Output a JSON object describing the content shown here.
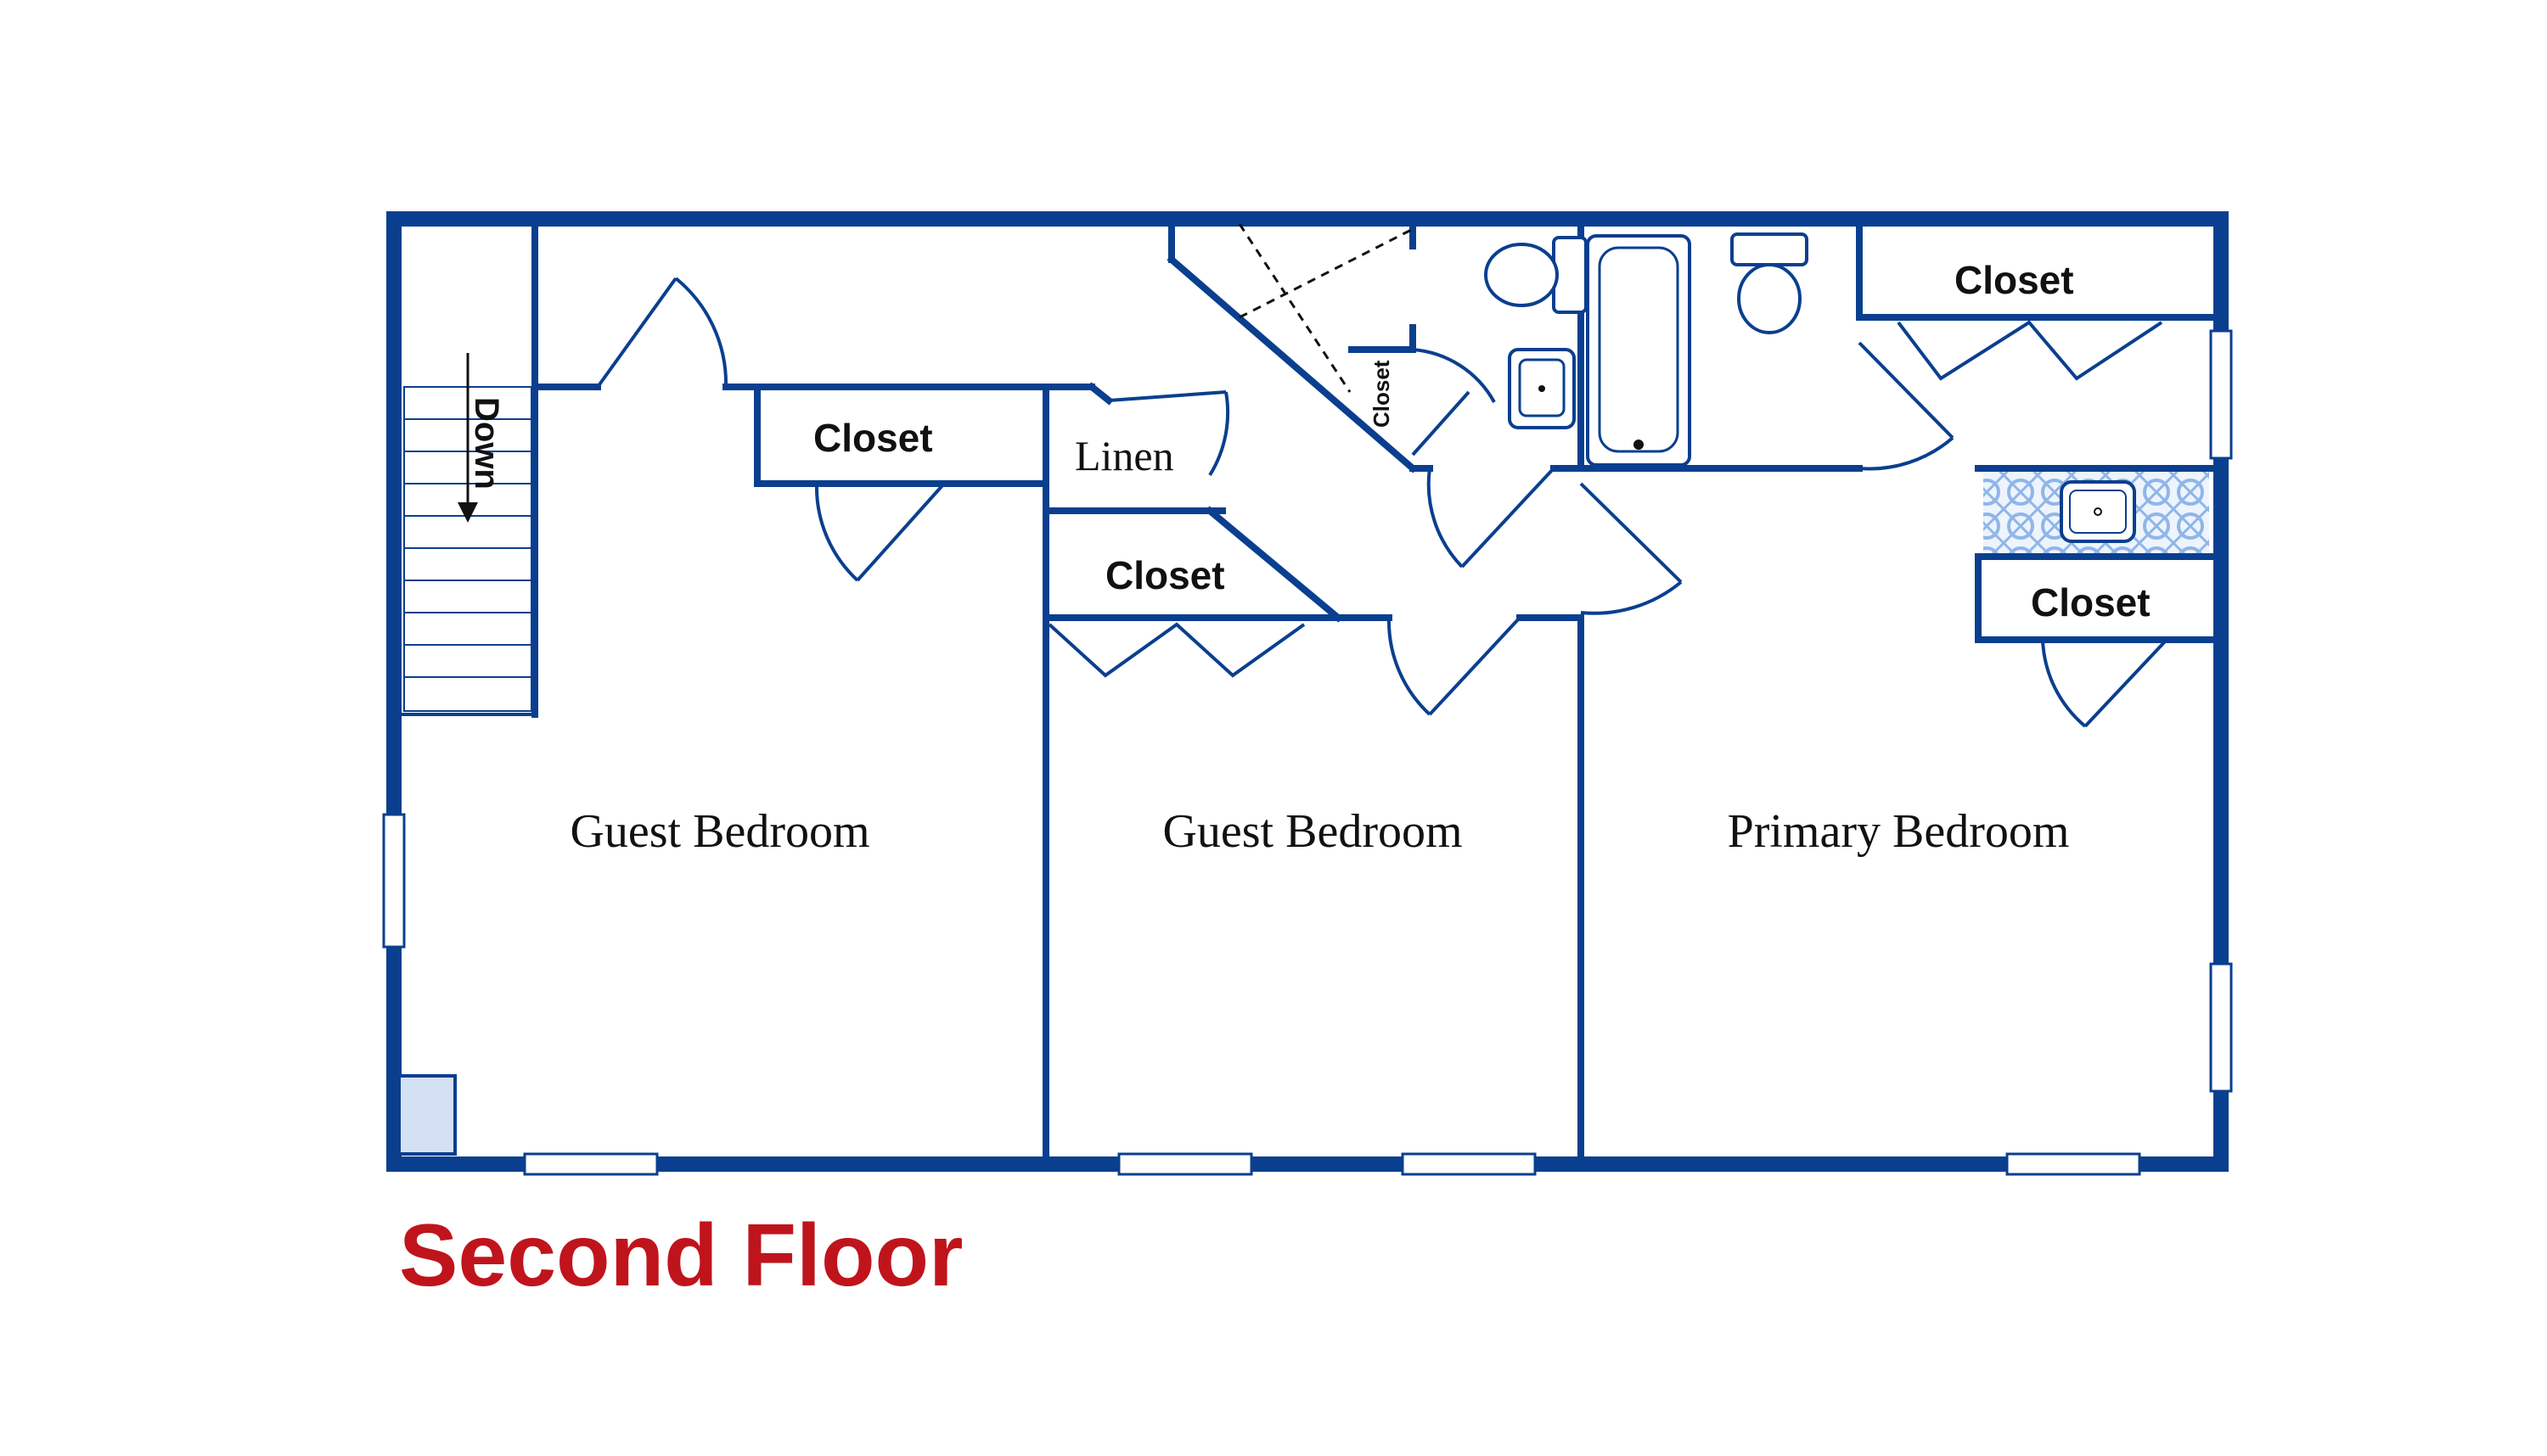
{
  "title": "Second Floor",
  "rooms": {
    "guest_bedroom_1": "Guest Bedroom",
    "guest_bedroom_2": "Guest Bedroom",
    "primary_bedroom": "Primary Bedroom"
  },
  "closets": {
    "guest_1_closet": "Closet",
    "guest_2_closet": "Closet",
    "primary_top_closet": "Closet",
    "primary_side_closet": "Closet",
    "bath_closet": "Closet"
  },
  "linen": "Linen",
  "stairs": "Down",
  "colors": {
    "wall": "#0a3f8f",
    "title": "#c0141c",
    "tile": "#8fb6ea"
  }
}
